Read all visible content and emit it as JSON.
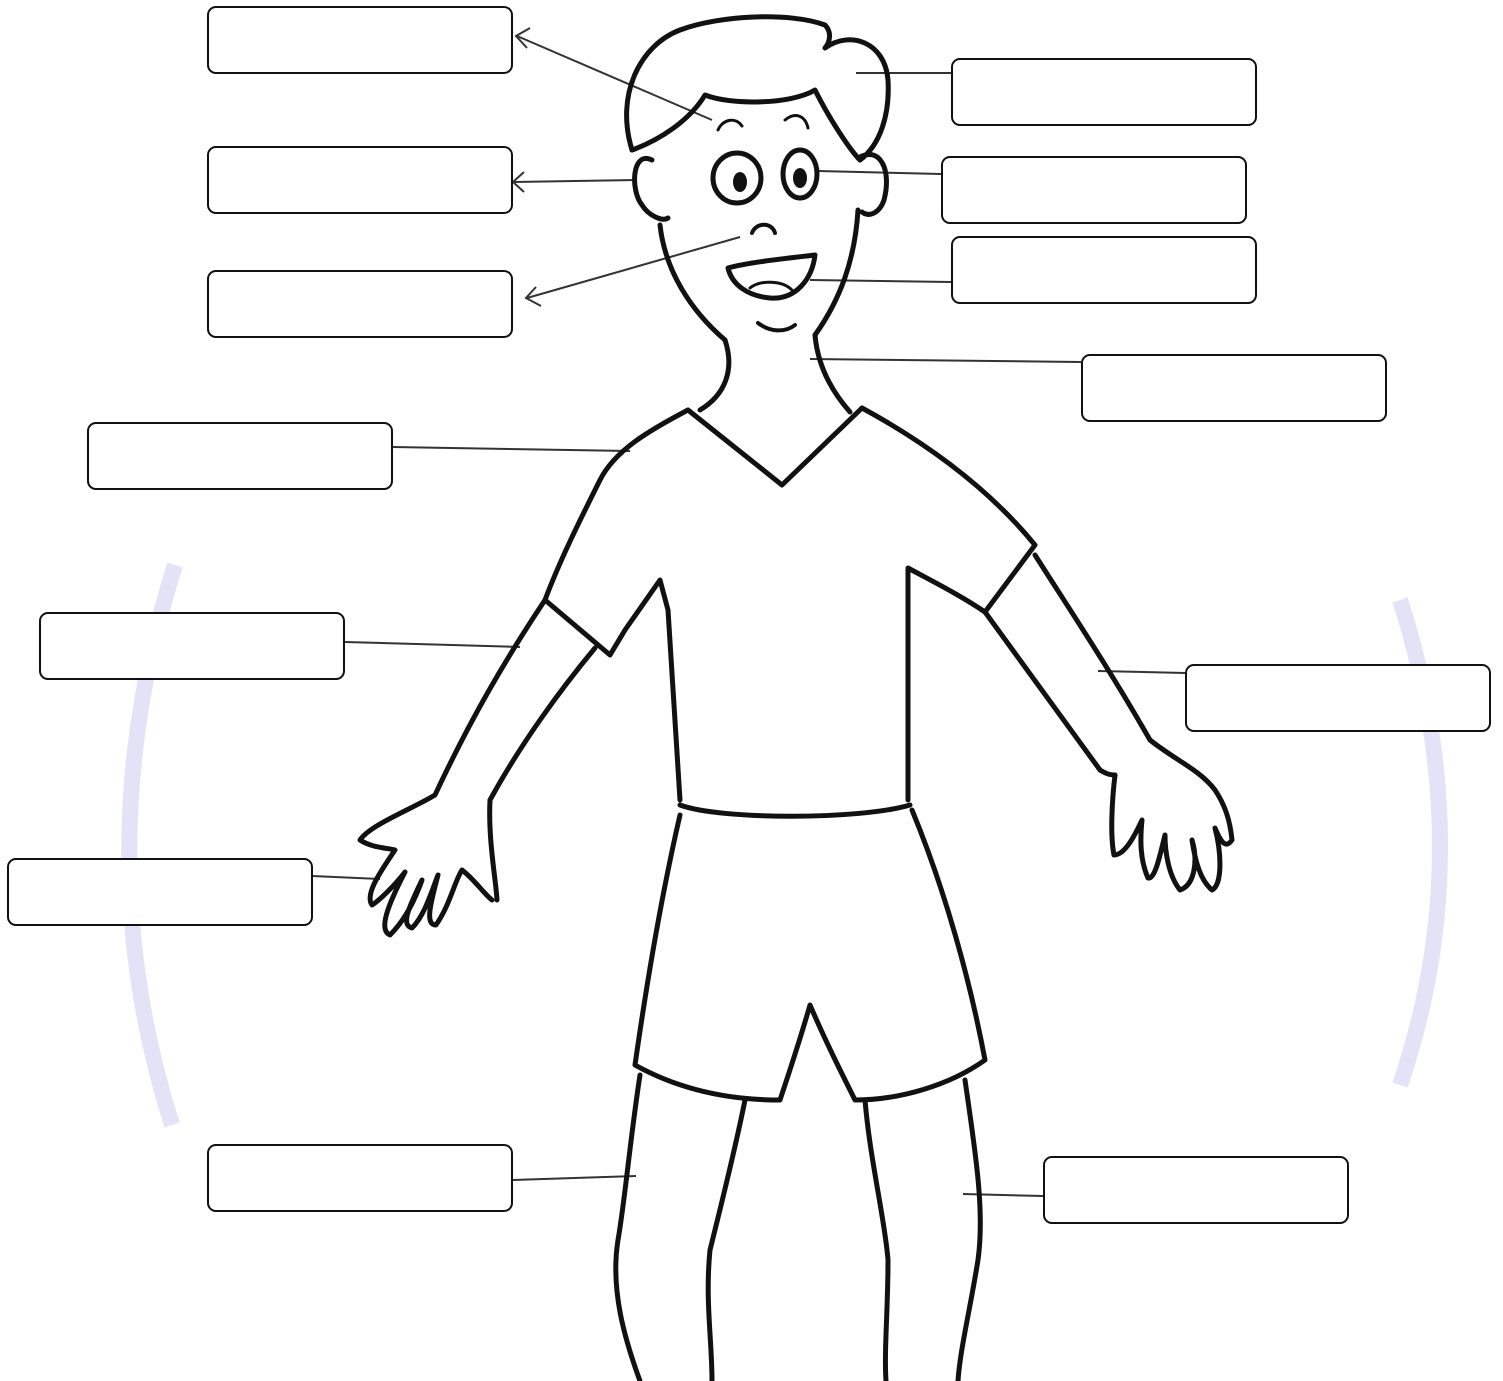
{
  "worksheet": {
    "colors": {
      "ink": "#111111",
      "leader": "#333333",
      "watermark": "#e3e2f6",
      "paper": "#ffffff"
    },
    "labels": [
      {
        "id": "eyebrow",
        "answer": ""
      },
      {
        "id": "hair",
        "answer": ""
      },
      {
        "id": "ear",
        "answer": ""
      },
      {
        "id": "eye",
        "answer": ""
      },
      {
        "id": "nose",
        "answer": ""
      },
      {
        "id": "mouth",
        "answer": ""
      },
      {
        "id": "neck",
        "answer": ""
      },
      {
        "id": "shoulder",
        "answer": ""
      },
      {
        "id": "elbow",
        "answer": ""
      },
      {
        "id": "arm",
        "answer": ""
      },
      {
        "id": "hand",
        "answer": ""
      },
      {
        "id": "knee",
        "answer": ""
      },
      {
        "id": "leg",
        "answer": ""
      }
    ]
  }
}
